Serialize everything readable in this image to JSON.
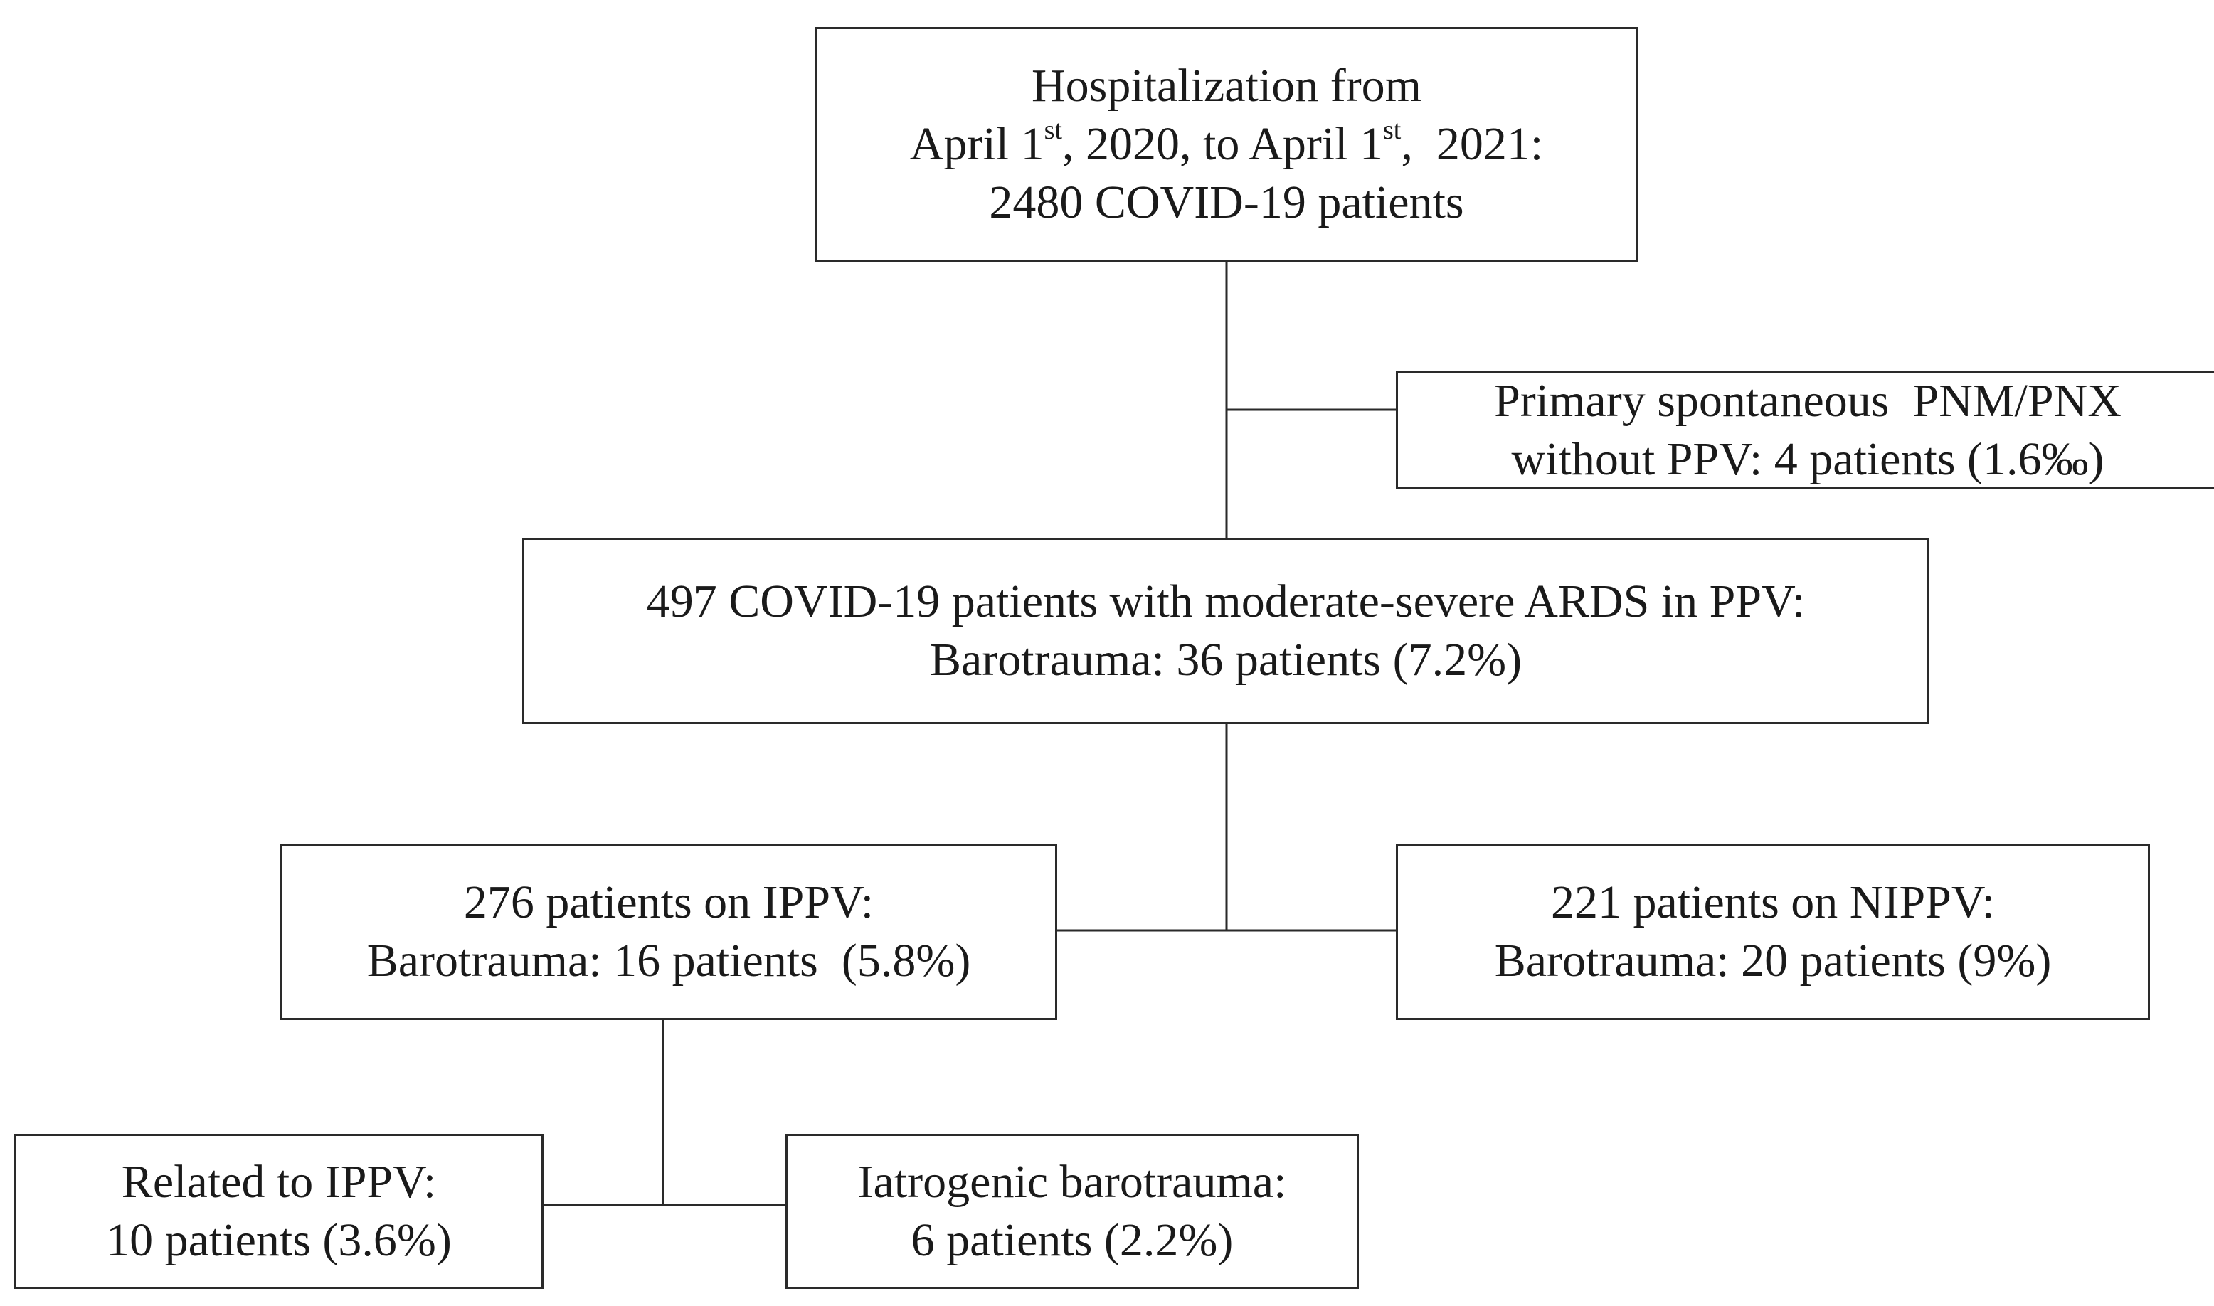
{
  "boxes": {
    "hospitalization": {
      "line1": "Hospitalization from",
      "line2_part1": "April 1",
      "line2_sup1": "st",
      "line2_part2": ", 2020, to April 1",
      "line2_sup2": "st",
      "line2_part3": ",  2021:",
      "line3": "2480 COVID-19 patients"
    },
    "primary": {
      "line1": "Primary spontaneous  PNM/PNX",
      "line2": "without PPV: 4 patients (1.6‰)"
    },
    "ards": {
      "line1": "497 COVID-19 patients with moderate-severe ARDS in PPV:",
      "line2": "Barotrauma: 36 patients (7.2%)"
    },
    "ippv": {
      "line1": "276 patients on IPPV:",
      "line2": "Barotrauma: 16 patients  (5.8%)"
    },
    "nippv": {
      "line1": "221 patients on NIPPV:",
      "line2": "Barotrauma: 20 patients (9%)"
    },
    "related": {
      "line1": "Related to IPPV:",
      "line2": "10 patients (3.6%)"
    },
    "iatrogenic": {
      "line1": "Iatrogenic barotrauma:",
      "line2": "6 patients (2.2%)"
    }
  },
  "style": {
    "line_color": "#2a2a2a",
    "box_border_color": "#2a2a2a",
    "text_color": "#1a1a1a",
    "background": "#ffffff"
  }
}
